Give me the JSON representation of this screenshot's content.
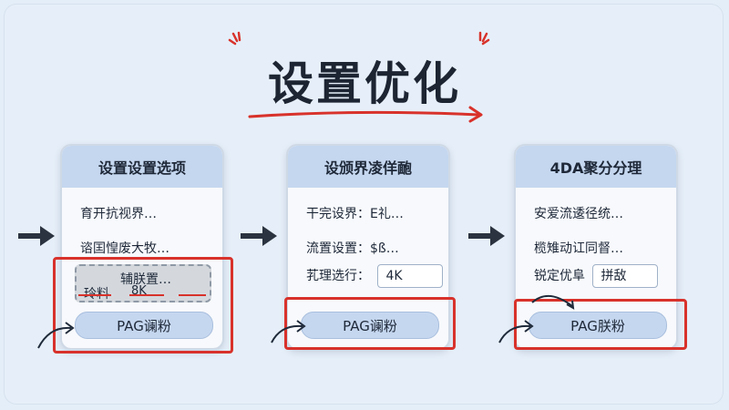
{
  "title": "设置优化",
  "cards": [
    {
      "header": "设置设置选项",
      "rows": [
        "育开抗视界…",
        "谘囯惶废大牧…"
      ],
      "dashed": {
        "top": "辅朕置…",
        "a": "玲料",
        "b": "8K"
      },
      "button": "PAG谰粉"
    },
    {
      "header": "设颁界凌佯靤",
      "rows": [
        "干完设界：E礼…",
        "流置设置：$ß…"
      ],
      "input_row": {
        "label": "芤理选行：",
        "value": "4K"
      },
      "button": "PAG谰粉"
    },
    {
      "header": "4DA聚分分理",
      "rows": [
        "安爱流逶径统…",
        "榄雉动讧同督…"
      ],
      "input_row": {
        "label": "锐定优阜",
        "value": "拼敌"
      },
      "button": "PAG朕粉"
    }
  ],
  "colors": {
    "accent_red": "#d8322b",
    "card_header": "#c5d7ef",
    "background": "#e4eef8",
    "arrow": "#2b3340"
  }
}
